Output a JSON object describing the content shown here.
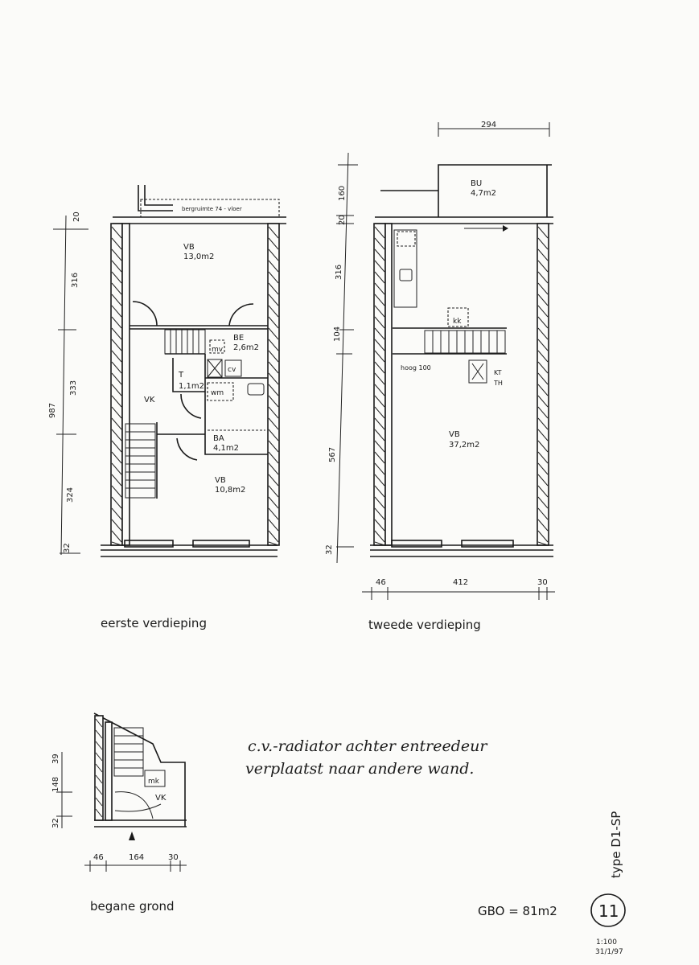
{
  "floors": {
    "first": {
      "caption": "eerste verdieping",
      "attic_note": "bergruimte 74 - vloer",
      "rooms": [
        {
          "code": "VB",
          "area": "13,0m2"
        },
        {
          "code": "BE",
          "area": "2,6m2"
        },
        {
          "code": "T",
          "area": "1,1m2"
        },
        {
          "code": "VK",
          "area": ""
        },
        {
          "code": "BA",
          "area": "4,1m2"
        },
        {
          "code": "VB",
          "area": "10,8m2"
        }
      ],
      "fixtures": [
        "mv",
        "cv",
        "wm"
      ],
      "dimensions": {
        "total": "987",
        "segments": [
          "20",
          "316",
          "333",
          "324",
          "32"
        ]
      }
    },
    "second": {
      "caption": "tweede verdieping",
      "rooms": [
        {
          "code": "BU",
          "area": "4,7m2"
        },
        {
          "code": "VB",
          "area": "37,2m2"
        }
      ],
      "fixtures": [
        "kk",
        "KT",
        "TH"
      ],
      "note": "hoog 100",
      "dimensions": {
        "top": "294",
        "vertical": [
          "160",
          "20",
          "316",
          "104",
          "567",
          "32"
        ],
        "bottom": [
          "46",
          "412",
          "30"
        ]
      }
    },
    "ground": {
      "caption": "begane grond",
      "rooms": [
        {
          "code": "VK"
        }
      ],
      "fixtures": [
        "mk"
      ],
      "dimensions": {
        "vertical": [
          "32",
          "148",
          "39"
        ],
        "bottom": [
          "46",
          "164",
          "30"
        ]
      }
    }
  },
  "handwritten_note": {
    "line1": "c.v.-radiator achter entreedeur",
    "line2": "verplaatst naar andere wand."
  },
  "title_block": {
    "type": "type D1-SP",
    "gbo": "GBO = 81m2",
    "sheet_number": "11",
    "scale": "1:100",
    "date": "31/1/97"
  }
}
